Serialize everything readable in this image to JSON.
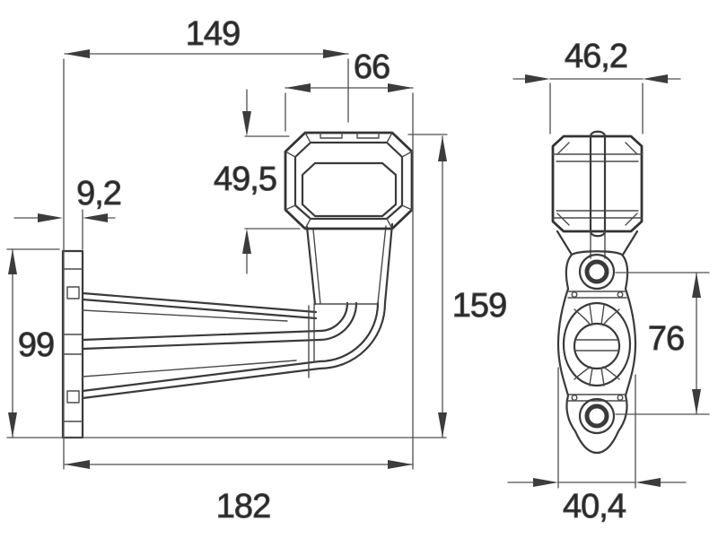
{
  "colors": {
    "background": "#ffffff",
    "part_line": "#3a3a3a",
    "dimension_line": "#4f4f4f",
    "text": "#262626"
  },
  "views": {
    "side": {
      "dimensions": {
        "d149": "149",
        "d66": "66",
        "d495": "49,5",
        "d92": "9,2",
        "d99": "99",
        "d159": "159",
        "d182": "182"
      }
    },
    "front": {
      "dimensions": {
        "d462": "46,2",
        "d76": "76",
        "d404": "40,4"
      }
    }
  }
}
